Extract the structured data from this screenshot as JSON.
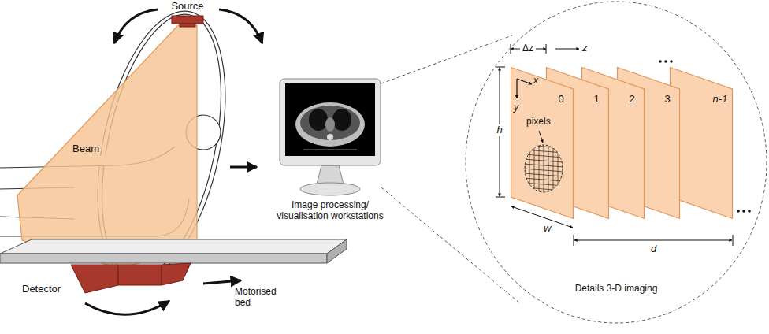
{
  "diagram": {
    "nodes": [
      {
        "text": [
          "Details 3-D imaging"
        ]
      },
      {
        "text": [
          "0"
        ],
        "in": 0
      },
      {
        "text": [
          "1"
        ],
        "in": 0
      },
      {
        "text": [
          "2"
        ],
        "in": 0
      },
      {
        "text": [
          "3"
        ],
        "in": 0
      },
      {
        "text": [
          "n-1"
        ],
        "in": 0
      }
    ],
    "labels": [
      "Source",
      "Beam",
      "Detector",
      "Motorised bed",
      "Image processing/ visualisation workstations",
      "Δz",
      "z",
      "h",
      "x",
      "y",
      "pixels",
      "w",
      "d"
    ]
  }
}
